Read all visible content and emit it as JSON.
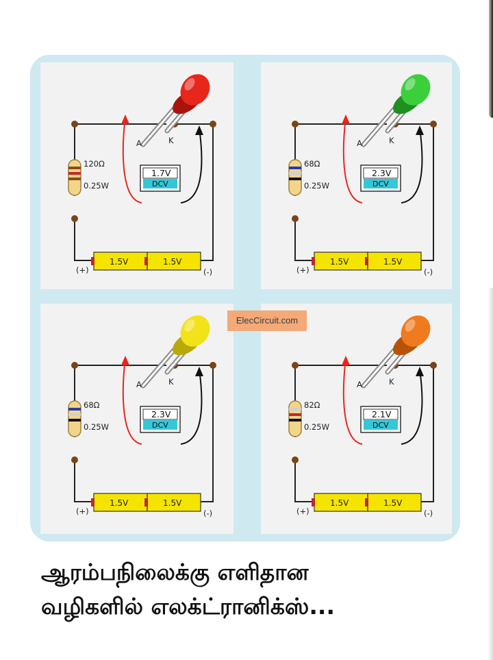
{
  "watermark": "ElecCircuit.com",
  "caption": {
    "line1": "ஆரம்பநிலைக்கு எளிதான",
    "line2": "வழிகளில் எலக்ட்ரானிக்ஸ்..."
  },
  "circuits": [
    {
      "led_color": "#e8261c",
      "led_shade": "#a8140c",
      "resistance": "120Ω",
      "power": "0.25W",
      "voltage": "1.7V",
      "meter_label": "DCV",
      "anode_label": "A",
      "cathode_label": "K",
      "battery1": "1.5V",
      "battery2": "1.5V",
      "plus_label": "(+)",
      "minus_label": "(-)",
      "bands": [
        "#8a4b1f",
        "#c1272d",
        "#8a4b1f"
      ]
    },
    {
      "led_color": "#3ccf3c",
      "led_shade": "#1f8f1f",
      "resistance": "68Ω",
      "power": "0.25W",
      "voltage": "2.3V",
      "meter_label": "DCV",
      "anode_label": "A",
      "cathode_label": "K",
      "battery1": "1.5V",
      "battery2": "1.5V",
      "plus_label": "(+)",
      "minus_label": "(-)",
      "bands": [
        "#2a3ab0",
        "#cfcfcf",
        "#111111"
      ]
    },
    {
      "led_color": "#f2e21a",
      "led_shade": "#b9a80a",
      "resistance": "68Ω",
      "power": "0.25W",
      "voltage": "2.3V",
      "meter_label": "DCV",
      "anode_label": "A",
      "cathode_label": "K",
      "battery1": "1.5V",
      "battery2": "1.5V",
      "plus_label": "(+)",
      "minus_label": "(-)",
      "bands": [
        "#2a3ab0",
        "#cfcfcf",
        "#111111"
      ]
    },
    {
      "led_color": "#f07a1e",
      "led_shade": "#b8520a",
      "resistance": "82Ω",
      "power": "0.25W",
      "voltage": "2.1V",
      "meter_label": "DCV",
      "anode_label": "A",
      "cathode_label": "K",
      "battery1": "1.5V",
      "battery2": "1.5V",
      "plus_label": "(+)",
      "minus_label": "(-)",
      "bands": [
        "#cfcfcf",
        "#c1272d",
        "#111111"
      ]
    }
  ],
  "colors": {
    "battery": "#f5e400",
    "meter_display": "#ffffff",
    "meter_label_bg": "#33c8d8",
    "wire": "#222222",
    "node": "#7a4416",
    "probe_red": "#e8261c",
    "probe_black": "#111111",
    "resistor_body": "#f3d58a"
  }
}
